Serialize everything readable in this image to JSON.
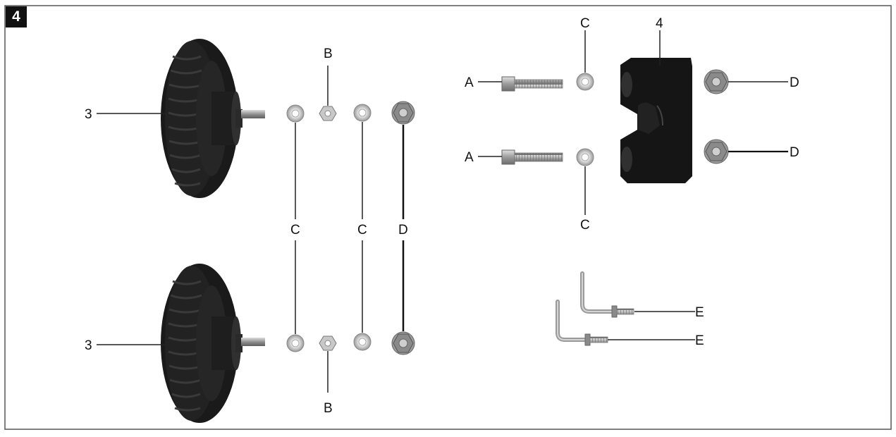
{
  "figure": {
    "number": "4",
    "parts": {
      "wheel": "3",
      "bracket": "4",
      "bolt": "A",
      "locknut": "B",
      "washer": "C",
      "flange_nut": "D",
      "hook_bolt": "E"
    }
  },
  "colors": {
    "frame": "#555555",
    "tire": "#1c1c1c",
    "hub": "#2a2a2a",
    "metal": "#b9b9b9",
    "metal_dark": "#8d8d8d",
    "bracket": "#151515",
    "leader": "#222222"
  }
}
